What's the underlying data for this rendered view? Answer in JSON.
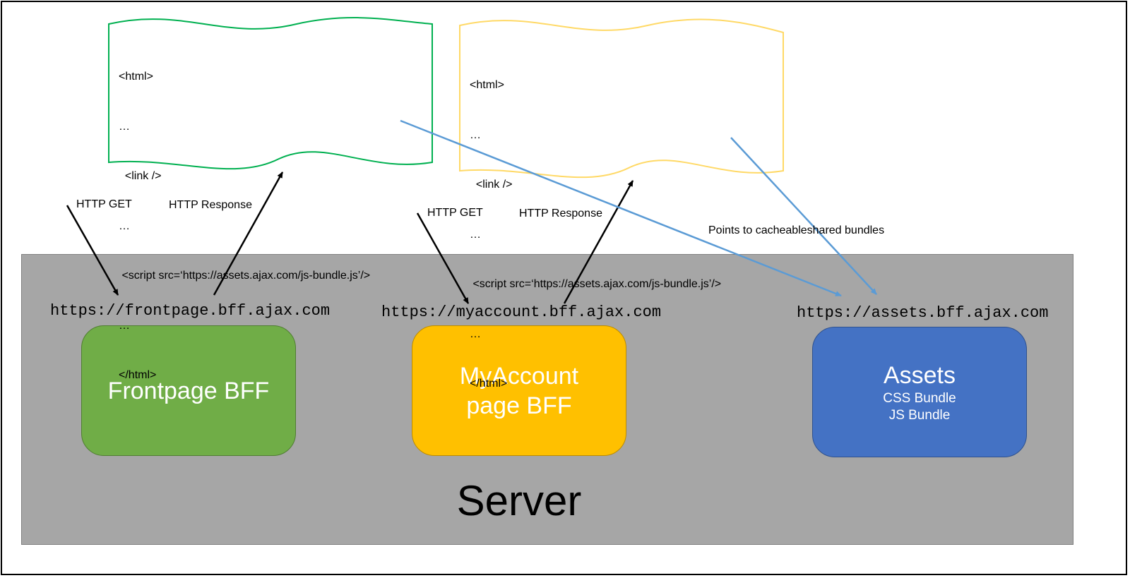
{
  "server": {
    "label": "Server"
  },
  "services": [
    {
      "url": "https://frontpage.bff.ajax.com",
      "title_lines": [
        "Frontpage BFF"
      ],
      "sub_lines": []
    },
    {
      "url": "https://myaccount.bff.ajax.com",
      "title_lines": [
        "MyAccount",
        "page BFF"
      ],
      "sub_lines": []
    },
    {
      "url": "https://assets.bff.ajax.com",
      "title_lines": [
        "Assets"
      ],
      "sub_lines": [
        "CSS Bundle",
        "JS Bundle"
      ]
    }
  ],
  "documents": [
    {
      "lines": [
        "<html>",
        "…",
        "  <link />",
        "…",
        " <script src=‘https://assets.ajax.com/js-bundle.js’/>",
        "…",
        "</html>"
      ]
    },
    {
      "lines": [
        "<html>",
        "…",
        "  <link />",
        "…",
        " <script src=‘https://assets.ajax.com/js-bundle.js’/>",
        "…",
        "</html>"
      ]
    }
  ],
  "labels": {
    "get_1": "HTTP GET",
    "response_1": "HTTP Response",
    "get_2": "HTTP GET",
    "response_2": "HTTP Response",
    "points_to": "Points to  cacheableshared bundles"
  },
  "colors": {
    "green": "#70ad47",
    "yellow": "#ffc000",
    "blue": "#4472c4",
    "doc_green_border": "#00b050",
    "doc_yellow_border": "#ffd966",
    "link_arrow": "#5b9bd5",
    "server_bg": "#a6a6a6"
  }
}
